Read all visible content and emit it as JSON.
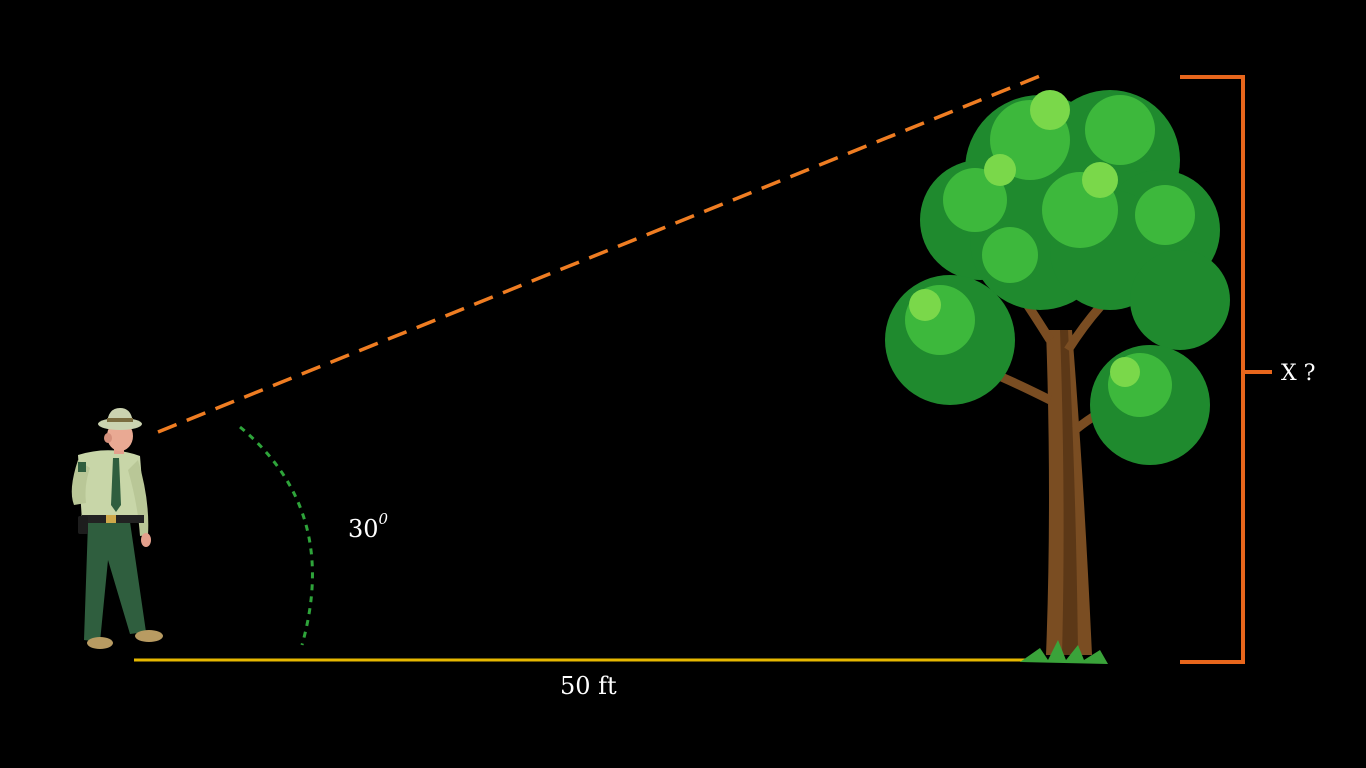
{
  "angle": {
    "value": "30",
    "unit": "0"
  },
  "distance": {
    "text": "50 ft"
  },
  "height": {
    "text": "X ?"
  },
  "colors": {
    "background": "#000000",
    "sight_line": "#ef7d22",
    "ground_line": "#e6b800",
    "angle_arc": "#2ea43a",
    "height_bracket": "#e8661c",
    "text": "#ffffff"
  }
}
